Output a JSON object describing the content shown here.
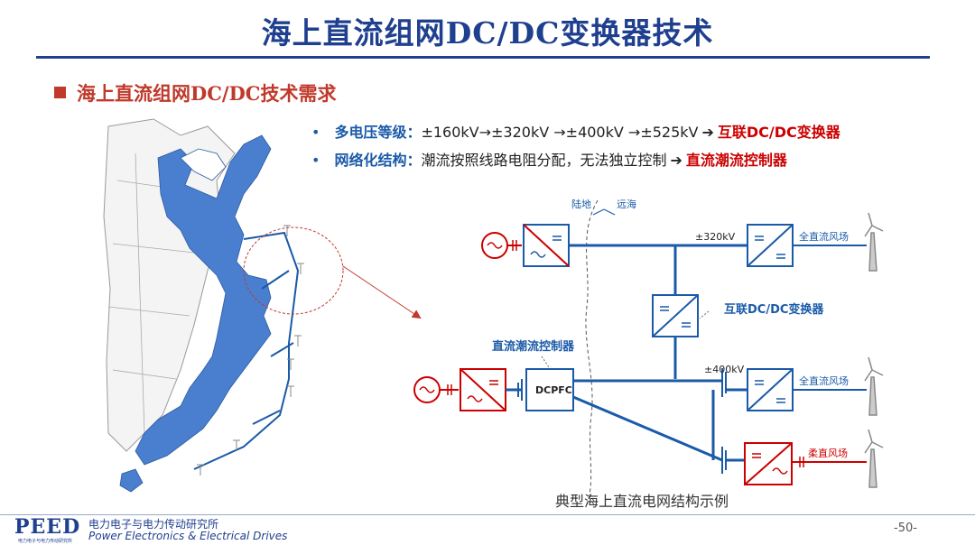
{
  "title": "海上直流组网DC/DC变换器技术",
  "section": "海上直流组网DC/DC技术需求",
  "bullets": [
    {
      "label": "多电压等级：",
      "text": "±160kV→±320kV →±400kV →±525kV",
      "arrow": "➔",
      "result": "互联DC/DC变换器"
    },
    {
      "label": "网络化结构：",
      "text": "潮流按照线路电阻分配，无法独立控制",
      "arrow": "➔",
      "result": "直流潮流控制器"
    }
  ],
  "diagram": {
    "land_label": "陆地",
    "sea_label": "远海",
    "v320": "±320kV",
    "v400": "±400kV",
    "wind_full_1": "全直流风场",
    "wind_full_2": "全直流风场",
    "wind_flex": "柔直风场",
    "interconnect": "互联DC/DC变换器",
    "controller": "直流潮流控制器",
    "dcpfc": "DCPFC",
    "caption": "典型海上直流电网结构示例"
  },
  "footer": {
    "logo": "PEED",
    "logo_sub": "电力电子与电力传动研究所",
    "org_cn": "电力电子与电力传动研究所",
    "org_en": "Power Electronics & Electrical Drives",
    "page": "-50-"
  },
  "colors": {
    "title_blue": "#1f3f8f",
    "accent_red": "#cc0000",
    "line_blue": "#1a5aa8",
    "map_blue": "#4a7fcf"
  }
}
